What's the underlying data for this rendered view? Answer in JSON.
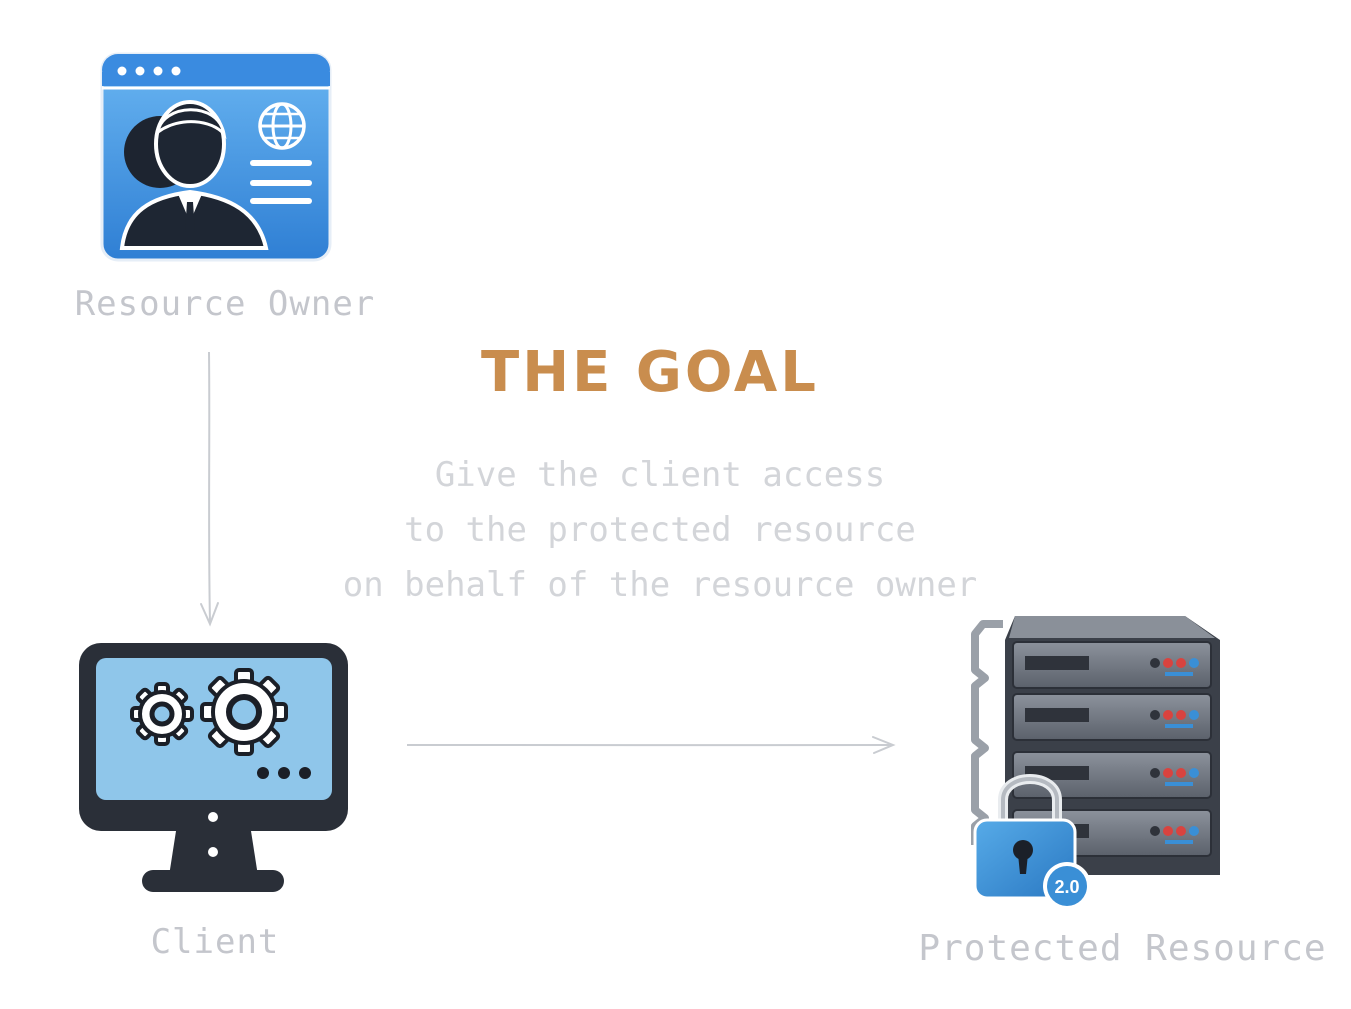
{
  "nodes": {
    "resource_owner": {
      "label": "Resource Owner",
      "icon": "user-profile-window-icon"
    },
    "client": {
      "label": "Client",
      "icon": "monitor-gears-icon"
    },
    "protected_resource": {
      "label": "Protected Resource",
      "icon": "server-rack-lock-icon",
      "badge": "2.0"
    }
  },
  "goal": {
    "title": "THE GOAL",
    "lines": [
      "Give the client access",
      "to the protected resource",
      "on behalf of the resource owner"
    ]
  },
  "edges": [
    {
      "from": "resource_owner",
      "to": "client"
    },
    {
      "from": "client",
      "to": "protected_resource"
    }
  ],
  "colors": {
    "accent": "#c98d4e",
    "label": "#c4c6cc",
    "connector": "#c9ccd1",
    "owner_blue": "#3d8fe0",
    "screen_blue": "#8fc6ea",
    "lock_blue": "#3a93d6"
  }
}
